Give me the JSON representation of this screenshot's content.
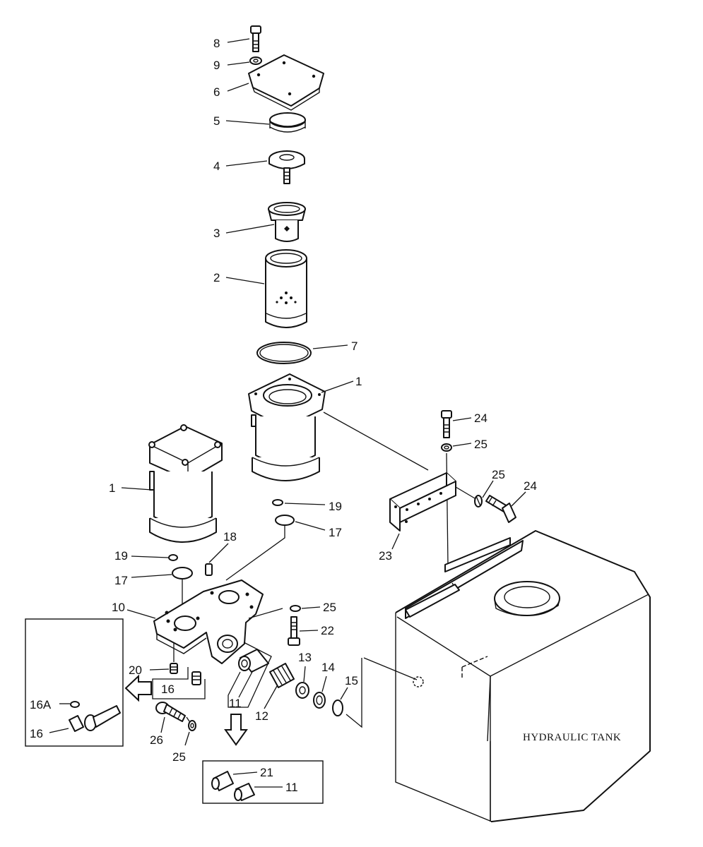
{
  "tank_label": "HYDRAULIC TANK",
  "callouts": {
    "c8": "8",
    "c9": "9",
    "c6": "6",
    "c5": "5",
    "c4": "4",
    "c3": "3",
    "c2": "2",
    "c7": "7",
    "c1_right": "1",
    "c1_left": "1",
    "c24_top": "24",
    "c25_top": "25",
    "c25_right": "25",
    "c24_right": "24",
    "c23": "23",
    "c19_right": "19",
    "c17_right": "17",
    "c18": "18",
    "c19_left": "19",
    "c17_left": "17",
    "c10": "10",
    "c25_mid": "25",
    "c22": "22",
    "c20": "20",
    "c16_box": "16",
    "c13": "13",
    "c14": "14",
    "c15": "15",
    "c11": "11",
    "c12": "12",
    "c16a": "16A",
    "c16": "16",
    "c26": "26",
    "c25_bottom": "25",
    "c21": "21",
    "c11_inset": "11"
  }
}
